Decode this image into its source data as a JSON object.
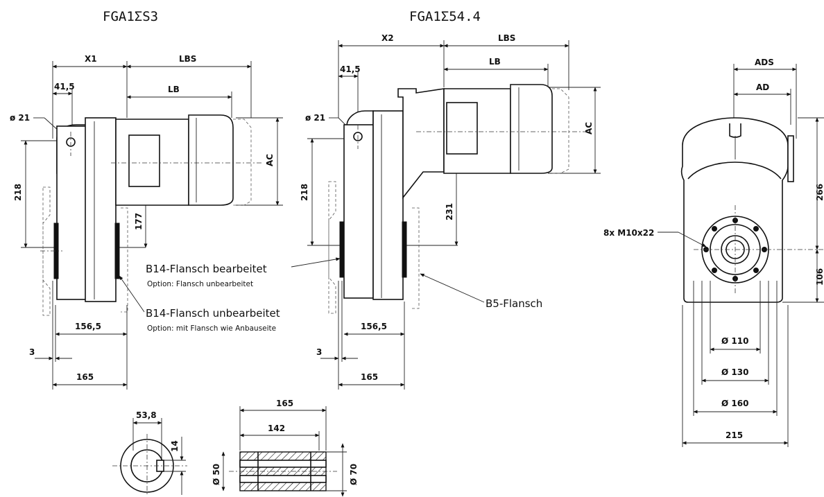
{
  "titles": {
    "left": "FGA1ΣS3",
    "middle": "FGA1Σ54.4"
  },
  "dims": {
    "x1": "X1",
    "x2": "X2",
    "lbs": "LBS",
    "lb": "LB",
    "ac": "AC",
    "ads": "ADS",
    "ad": "AD",
    "d41_5": "41,5",
    "dia21": "ø 21",
    "d218": "218",
    "d177": "177",
    "d231": "231",
    "d156_5": "156,5",
    "d3": "3",
    "d165": "165",
    "d53_8": "53,8",
    "d14": "14",
    "d142": "142",
    "d50": "Ø 50",
    "d70": "Ø 70",
    "d266": "266",
    "d106": "106",
    "d110": "Ø 110",
    "d130": "Ø 130",
    "d160": "Ø 160",
    "d215": "215",
    "bolt": "8x  M10x22"
  },
  "labels": {
    "b14_machined": "B14-Flansch  bearbeitet",
    "b14_machined_option": "Option: Flansch unbearbeitet",
    "b14_unmachined": "B14-Flansch  unbearbeitet",
    "b14_unmachined_option": "Option: mit Flansch  wie Anbauseite",
    "b5": "B5-Flansch"
  }
}
